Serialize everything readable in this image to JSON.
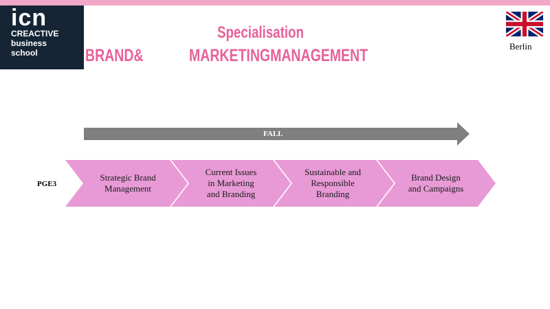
{
  "logo": {
    "mark": "icn",
    "line1": "CREACTIVE",
    "line2": "business",
    "line3": "school"
  },
  "title": {
    "line1": "Specialisation",
    "left": "BRAND&",
    "right": "MARKETINGMANAGEMENT"
  },
  "location": {
    "flag_icon": "uk-flag-icon",
    "city": "Berlin"
  },
  "timeline": {
    "label": "FALL"
  },
  "program": {
    "label": "PGE3",
    "courses": [
      "Strategic Brand\nManagement",
      "Current Issues\nin Marketing\nand Branding",
      "Sustainable and\nResponsible\nBranding",
      "Brand Design\nand Campaigns"
    ]
  },
  "colors": {
    "accent": "#e8609a",
    "chevron_fill": "#e89ad6",
    "top_bar": "#f2a7c8",
    "logo_bg": "#152535",
    "timeline_arrow": "#7f7f7f"
  }
}
